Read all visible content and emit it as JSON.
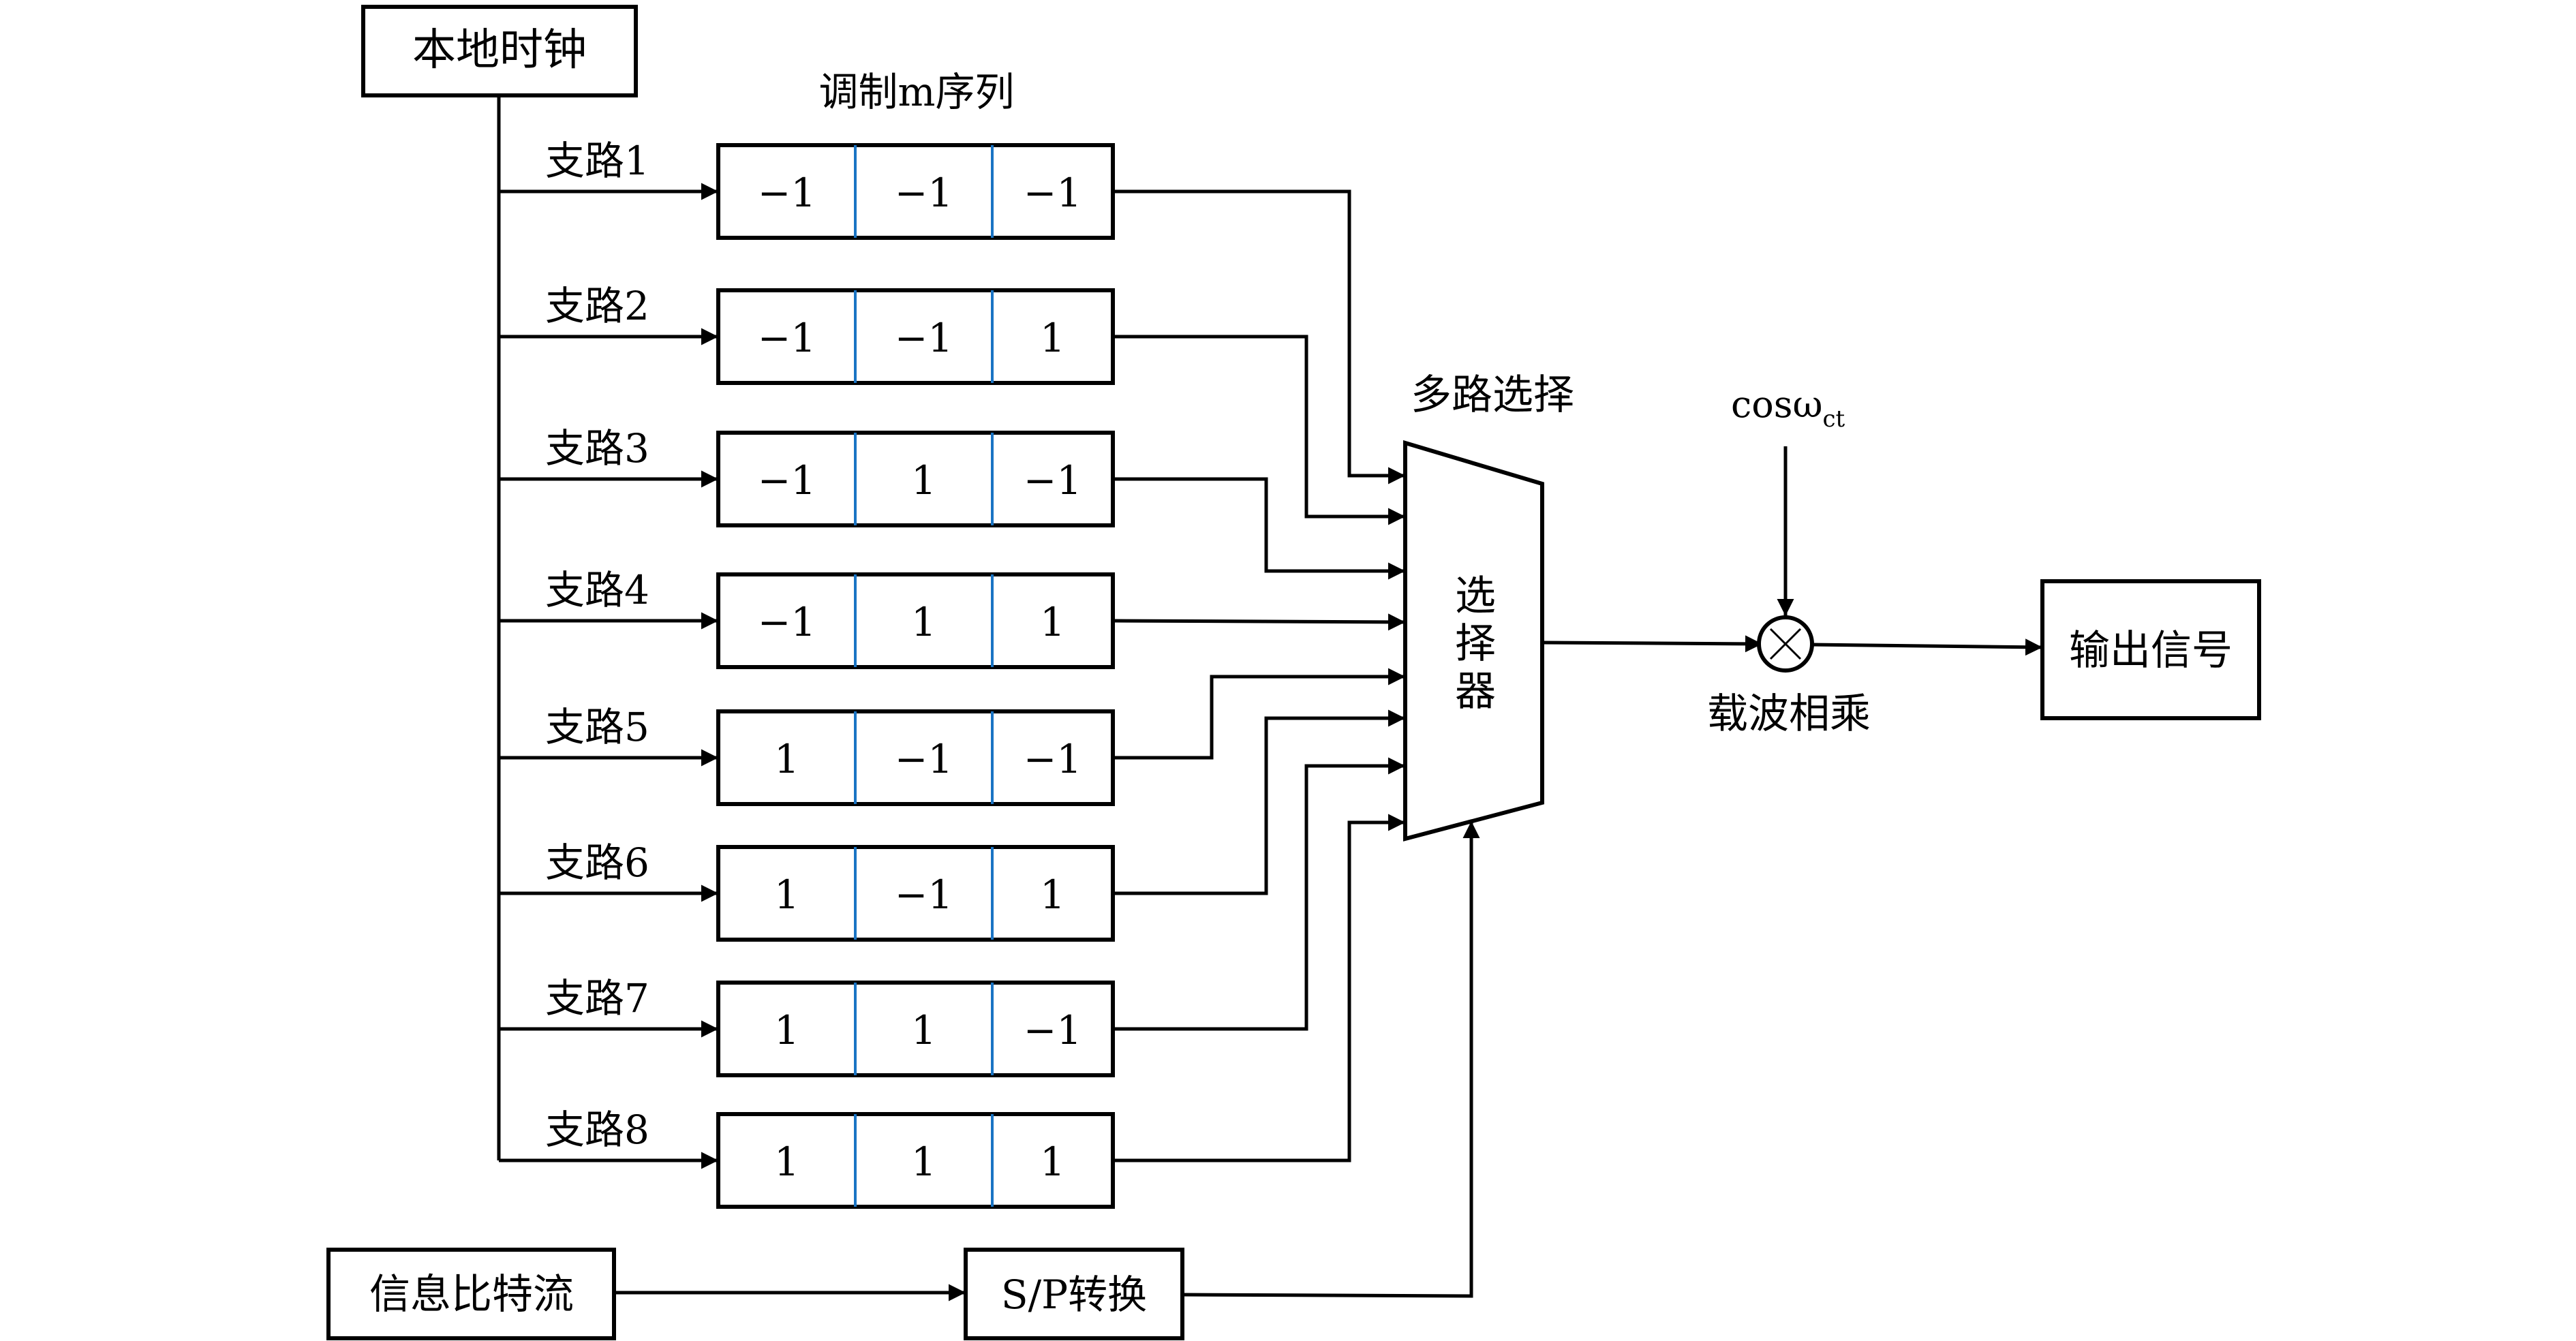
{
  "diagram": {
    "clock_label": "本地时钟",
    "sequence_title": "调制m序列",
    "mux_title": "多路选择",
    "mux_label": [
      "选",
      "择",
      "器"
    ],
    "carrier_input": {
      "text": "cosω",
      "subscript": "ct"
    },
    "multiplier_symbol": "×",
    "multiplier_label": "载波相乘",
    "output_label": "输出信号",
    "input_label": "信息比特流",
    "sp_label": "S/P转换",
    "branches": [
      {
        "label": "支路1",
        "seq": [
          "−1",
          "−1",
          "−1"
        ]
      },
      {
        "label": "支路2",
        "seq": [
          "−1",
          "−1",
          "1"
        ]
      },
      {
        "label": "支路3",
        "seq": [
          "−1",
          "1",
          "−1"
        ]
      },
      {
        "label": "支路4",
        "seq": [
          "−1",
          "1",
          "1"
        ]
      },
      {
        "label": "支路5",
        "seq": [
          "1",
          "−1",
          "−1"
        ]
      },
      {
        "label": "支路6",
        "seq": [
          "1",
          "−1",
          "1"
        ]
      },
      {
        "label": "支路7",
        "seq": [
          "1",
          "1",
          "−1"
        ]
      },
      {
        "label": "支路8",
        "seq": [
          "1",
          "1",
          "1"
        ]
      }
    ]
  },
  "colors": {
    "line": "#000000",
    "divider": "#1a74c4",
    "background": "#ffffff"
  }
}
